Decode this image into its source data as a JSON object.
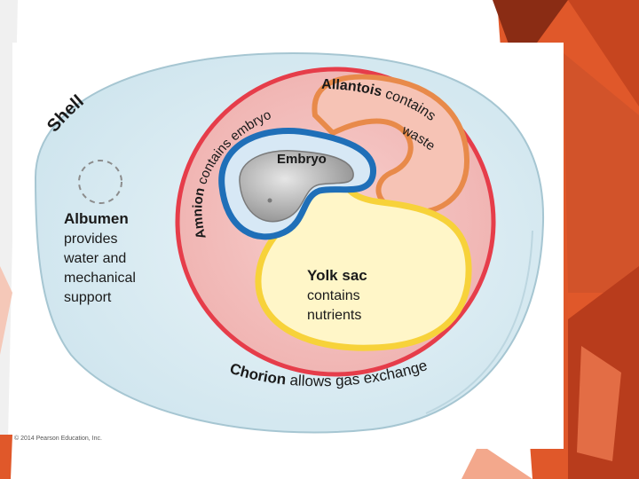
{
  "diagram": {
    "shell_label": "Shell",
    "albumen": {
      "title": "Albumen",
      "lines": [
        "provides",
        "water and",
        "mechanical",
        "support"
      ]
    },
    "amnion": {
      "title": "Amnion",
      "rest": " contains embryo"
    },
    "allantois": {
      "title": "Allantois",
      "rest": " contains",
      "line2": "waste"
    },
    "embryo_label": "Embryo",
    "yolk_sac": {
      "title": "Yolk sac",
      "lines": [
        "contains",
        "nutrients"
      ]
    },
    "chorion": {
      "title": "Chorion",
      "rest": " allows gas exchange"
    },
    "copyright": "© 2014 Pearson Education, Inc."
  },
  "colors": {
    "accent_orange": "#e0582a",
    "accent_dark": "#8a2c14",
    "albumen_blue": "#d8ecf3",
    "chorion_red": "#e63d4a",
    "inner_pink": "#f4b9b8",
    "amnion_blue": "#1f6fb8",
    "allantois_orange": "#e88a4a",
    "yolk_yellow": "#f7d23a",
    "yolk_fill": "#fff6c8"
  }
}
